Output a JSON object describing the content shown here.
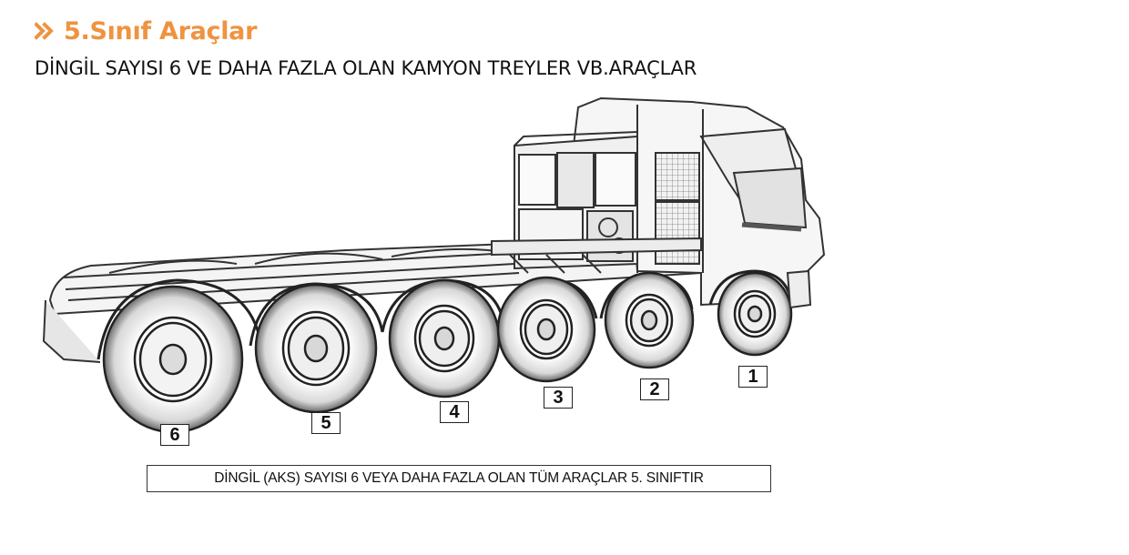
{
  "header": {
    "icon": "double-chevron-right-icon",
    "title": "5.Sınıf Araçlar",
    "subtitle": "DİNGİL SAYISI 6 VE DAHA FAZLA OLAN KAMYON TREYLER VB.ARAÇLAR",
    "accent_color": "#ef9340"
  },
  "figure": {
    "description": "Sketch illustration of a heavy tractor truck with six axles",
    "axle_labels": [
      "1",
      "2",
      "3",
      "4",
      "5",
      "6"
    ],
    "caption": "DİNGİL (AKS) SAYISI 6 VEYA DAHA FAZLA OLAN TÜM ARAÇLAR 5. SINIFTIR"
  }
}
